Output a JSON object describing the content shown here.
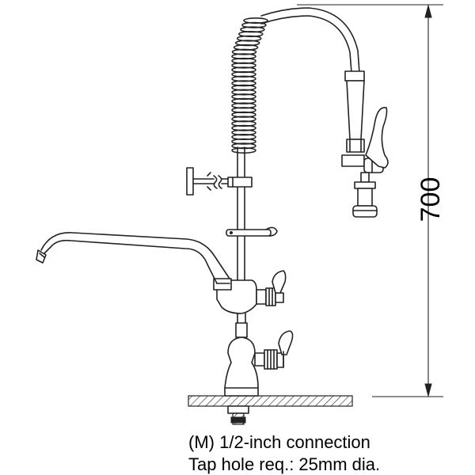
{
  "dimension": {
    "height_label": "700"
  },
  "caption": {
    "line1_prefix": "(M) ",
    "line1_fraction": "1/2",
    "line1_suffix": "-inch connection",
    "line2": "Tap hole req.: 25mm dia."
  }
}
